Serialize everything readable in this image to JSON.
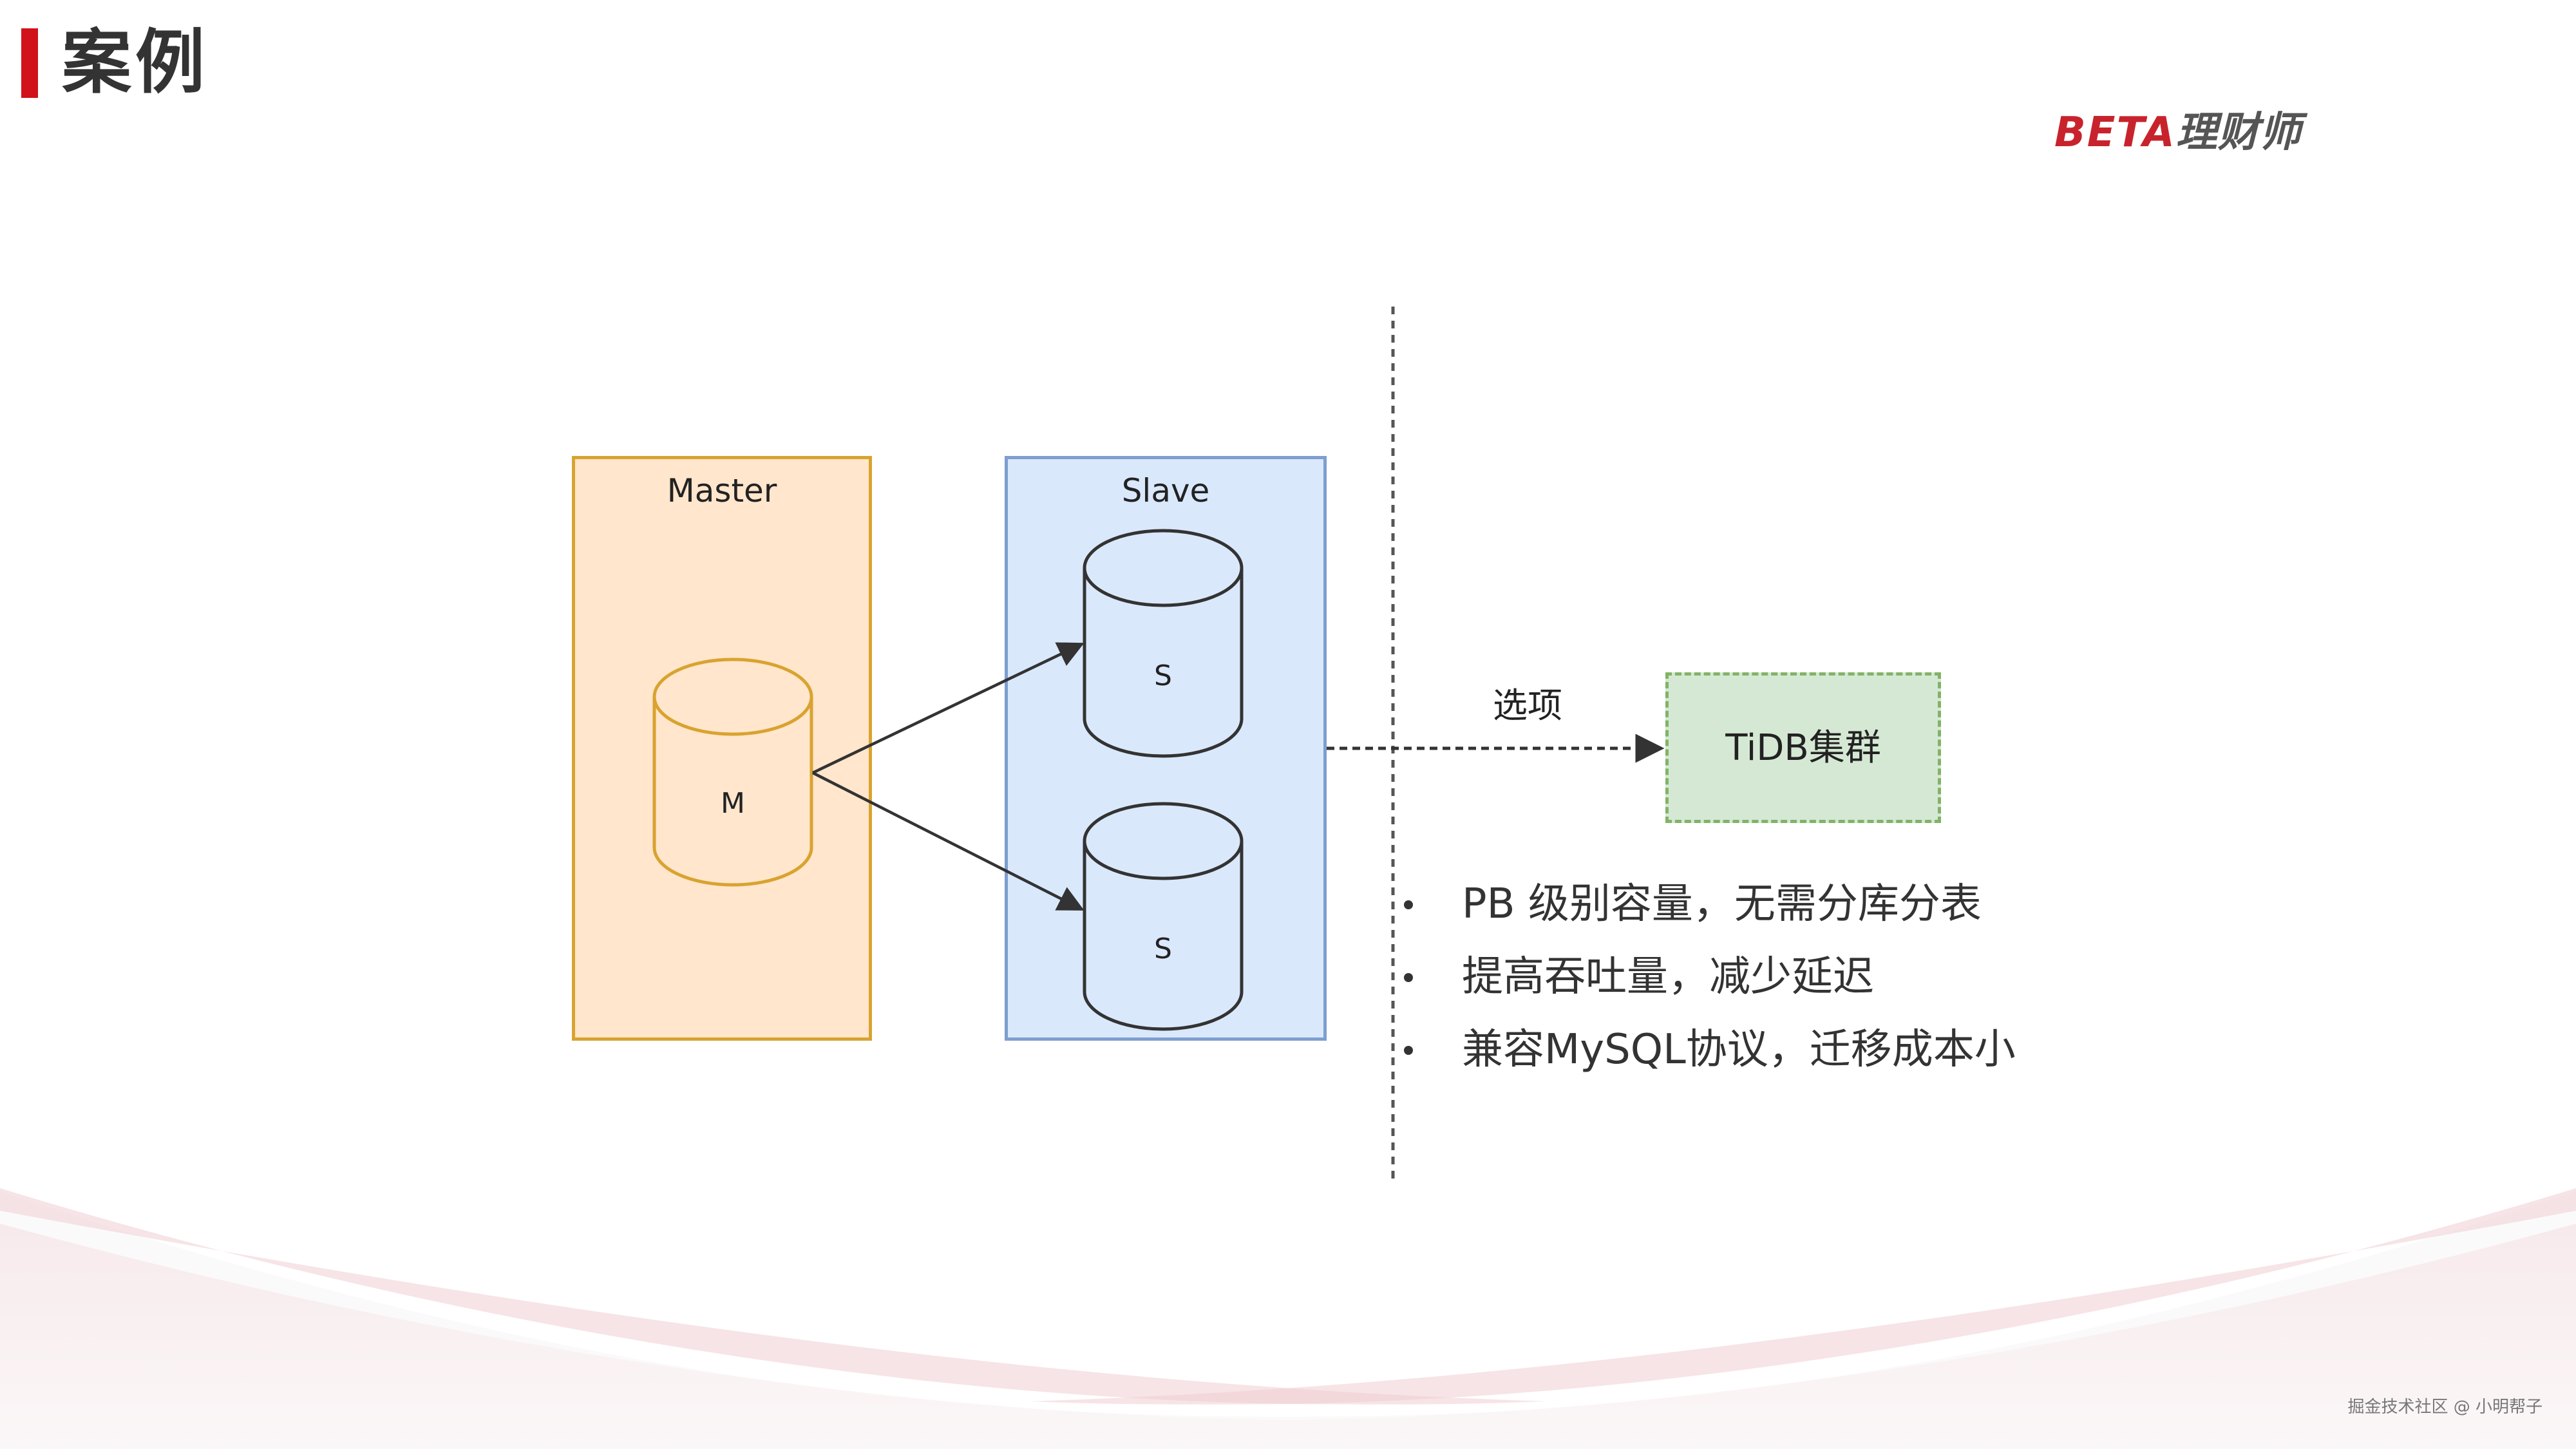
{
  "slide": {
    "title": "案例",
    "brand": {
      "latin": "BETA",
      "chinese": "理财师",
      "color": "#c8232c"
    },
    "footer_watermark": "掘金技术社区 @ 小明帮子"
  },
  "diagram": {
    "master_group_label": "Master",
    "slave_group_label": "Slave",
    "master_db_label": "M",
    "slave_db_labels": [
      "S",
      "S"
    ],
    "option_label": "选项",
    "target_label": "TiDB集群",
    "colors": {
      "master_fill": "#ffe6cc",
      "master_stroke": "#d8a32f",
      "slave_fill": "#dae8fc",
      "slave_stroke": "#7d9ed0",
      "target_fill": "#d5e8d4",
      "target_stroke": "#82b366",
      "accent": "#d1121b"
    }
  },
  "benefits": [
    "PB 级别容量，无需分库分表",
    "提高吞吐量，减少延迟",
    "兼容MySQL协议，迁移成本小"
  ]
}
